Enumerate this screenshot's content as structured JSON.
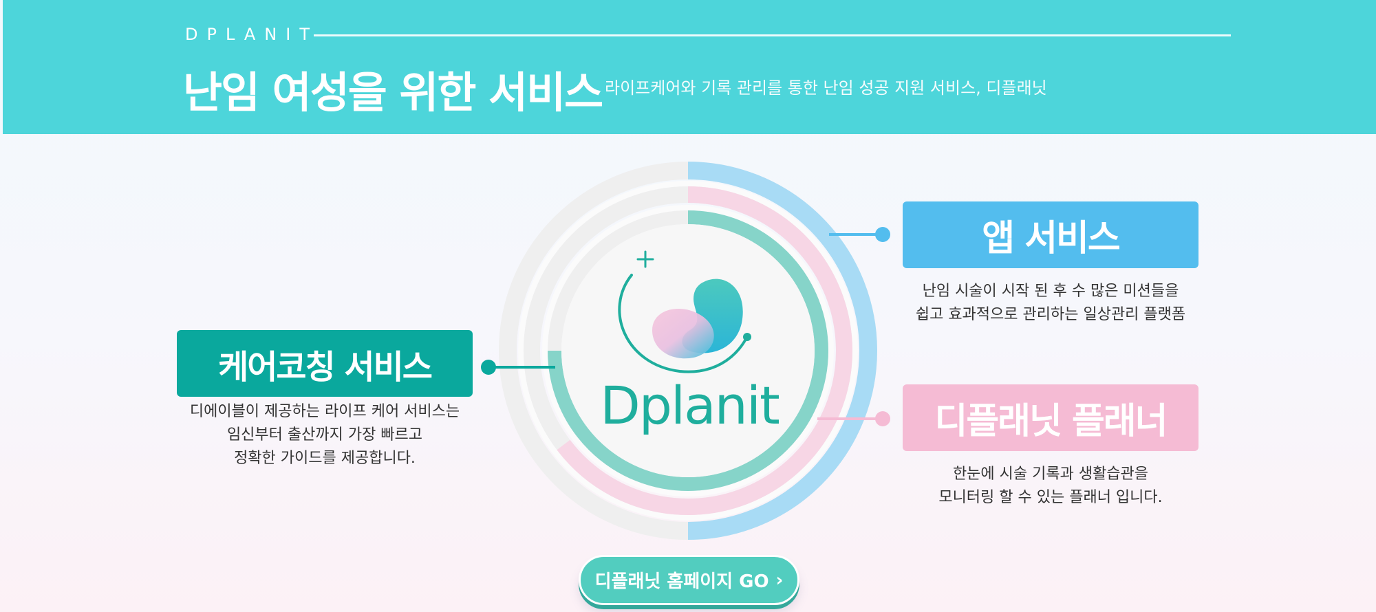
{
  "header": {
    "brand": "DPLANIT",
    "title": "난임 여성을 위한 서비스",
    "subtitle": "라이프케어와 기록 관리를 통한 난임 성공 지원 서비스, 디플래닛"
  },
  "logo": {
    "wordmark": "Dplanit"
  },
  "services": {
    "care": {
      "title": "케어코칭 서비스",
      "description": "디에이블이 제공하는 라이프 케어 서비스는\n임신부터 출산까지  가장 빠르고\n정확한 가이드를 제공합니다."
    },
    "app": {
      "title": "앱 서비스",
      "description": "난임 시술이 시작 된 후 수 많은 미션들을\n쉽고 효과적으로 관리하는 일상관리 플랫폼"
    },
    "planner": {
      "title": "디플래닛 플래너",
      "description": "한눈에 시술 기록과 생활습관을\n모니터링 할 수 있는 플래너 입니다."
    }
  },
  "cta": {
    "label": "디플래닛 홈페이지 GO",
    "chevron": "›"
  },
  "colors": {
    "header_bg": "#4dd5da",
    "teal": "#0aa89d",
    "blue": "#53bdee",
    "pink": "#f5bbd4",
    "ring_gray": "#efefef"
  }
}
